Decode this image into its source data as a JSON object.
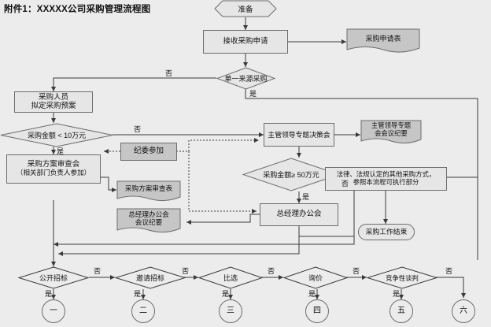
{
  "title": "附件1：XXXXX公司采购管理流程图",
  "palette": {
    "background": "#ececed",
    "node_fill": "#e6e6e7",
    "gray_fill": "#c6c6c7",
    "stroke": "#6d6d6d",
    "line": "#3a3a3a",
    "text": "#111111"
  },
  "nodes": {
    "prepare": {
      "label": "准备",
      "shape": "hexagon"
    },
    "receive_request": {
      "label": "接收采购申请",
      "shape": "process"
    },
    "request_form": {
      "label": "采购申请表",
      "shape": "document"
    },
    "single_source": {
      "label": "单一来源采购",
      "shape": "decision"
    },
    "buyer_plan": {
      "line1": "采购人员",
      "line2": "拟定采购预案",
      "shape": "process"
    },
    "amount_lt_10": {
      "label": "采购金额 < 10万元",
      "shape": "decision"
    },
    "plan_review": {
      "line1": "采购方案审查会",
      "line2": "（相关部门负责人参加）",
      "shape": "process"
    },
    "discipline_join": {
      "label": "纪委参加",
      "shape": "process-gray"
    },
    "plan_review_form": {
      "label": "采购方案审查表",
      "shape": "document"
    },
    "gm_office_minutes": {
      "line1": "总经理办公会",
      "line2": "会议纪要",
      "shape": "document"
    },
    "leader_decision": {
      "label": "主管领导专题决策会",
      "shape": "process"
    },
    "leader_minutes": {
      "line1": "主管领导专题",
      "line2": "会会议纪要",
      "shape": "document"
    },
    "amount_ge_50": {
      "label": "采购金额≥ 50万元",
      "shape": "decision"
    },
    "gm_office": {
      "label": "总经理办公会",
      "shape": "process"
    },
    "other_methods": {
      "line1": "法律、法规认定的其他采购方式，",
      "line2": "参照本流程可执行部分",
      "shape": "process"
    },
    "work_end": {
      "label": "采购工作结束",
      "shape": "terminator"
    },
    "public_bid": {
      "label": "公开招标",
      "shape": "decision"
    },
    "invite_bid": {
      "label": "邀请招标",
      "shape": "decision"
    },
    "comparison": {
      "label": "比选",
      "shape": "decision"
    },
    "inquiry": {
      "label": "询价",
      "shape": "decision"
    },
    "competitive_negotiation": {
      "label": "竞争性谈判",
      "shape": "decision"
    },
    "out_1": {
      "label": "一",
      "shape": "connector"
    },
    "out_2": {
      "label": "二",
      "shape": "connector"
    },
    "out_3": {
      "label": "三",
      "shape": "connector"
    },
    "out_4": {
      "label": "四",
      "shape": "connector"
    },
    "out_5": {
      "label": "五",
      "shape": "connector"
    },
    "out_6": {
      "label": "六",
      "shape": "connector"
    }
  },
  "edge_labels": {
    "single_source_no": "否",
    "single_source_yes": "是",
    "amount_lt_10_no": "否",
    "amount_lt_10_yes": "是",
    "amount_ge_50_yes": "是",
    "amount_ge_50_no": "否",
    "public_bid_no": "否",
    "public_bid_yes": "是",
    "invite_bid_no": "否",
    "invite_bid_yes": "是",
    "comparison_no": "否",
    "comparison_yes": "是",
    "inquiry_no": "否",
    "inquiry_yes": "是",
    "negotiation_no": "否",
    "negotiation_yes": "是"
  }
}
